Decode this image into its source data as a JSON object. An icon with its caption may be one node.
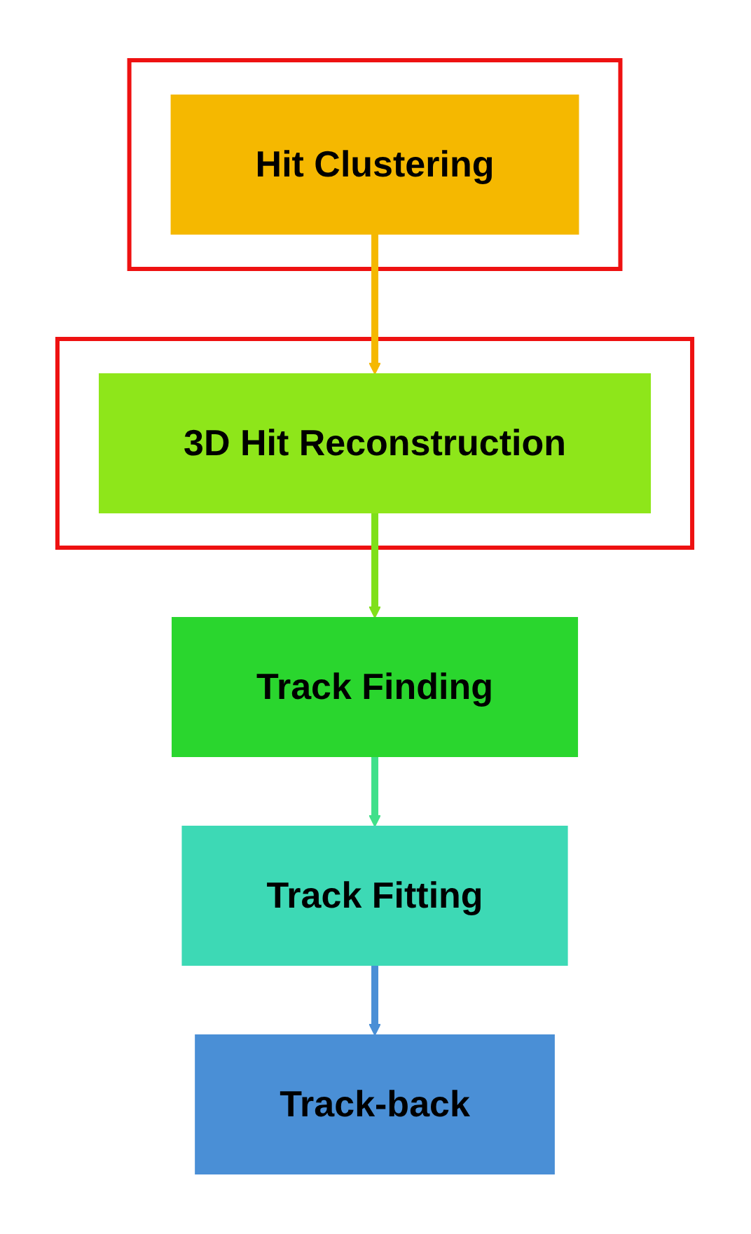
{
  "diagram": {
    "nodes": [
      {
        "text": [],
        "shape": "box"
      },
      {
        "text": [
          "Hit Clustering"
        ],
        "in": 0
      },
      {
        "text": [],
        "shape": "box"
      },
      {
        "text": [
          "3D Hit Reconstruction"
        ],
        "in": 2
      },
      {
        "text": [
          "Track Finding"
        ]
      },
      {
        "text": [
          "Track Fitting"
        ]
      },
      {
        "text": [
          "Track-back"
        ]
      }
    ],
    "edges": [
      {
        "from": 1,
        "to": 3,
        "arrow": "to",
        "color": "#f5b800"
      },
      {
        "from": 3,
        "to": 4,
        "arrow": "to",
        "color": "#7fe01a"
      },
      {
        "from": 4,
        "to": 5,
        "arrow": "to",
        "color": "#40e08a"
      },
      {
        "from": 5,
        "to": 6,
        "arrow": "to",
        "color": "#4a8fd6"
      }
    ]
  }
}
